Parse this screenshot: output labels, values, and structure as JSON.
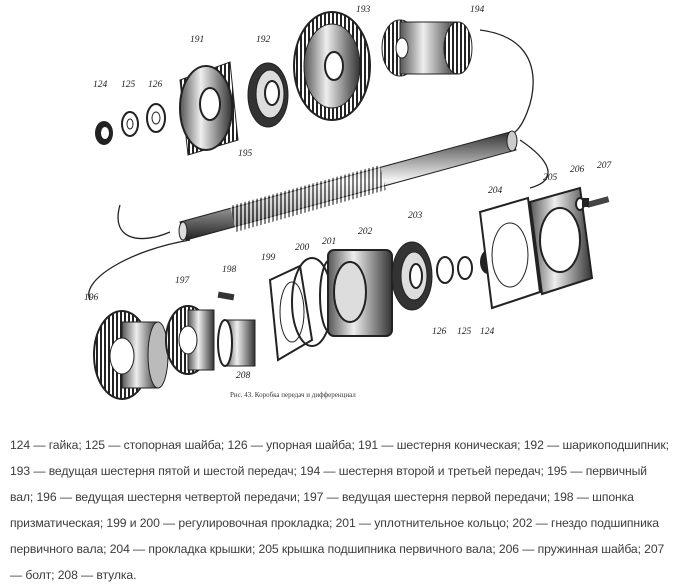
{
  "figure": {
    "caption": "Рис. 43. Коробка передач и дифференциал",
    "labels": {
      "l124a": "124",
      "l125a": "125",
      "l126a": "126",
      "l191": "191",
      "l192": "192",
      "l193": "193",
      "l194": "194",
      "l195": "195",
      "l196": "196",
      "l197": "197",
      "l198": "198",
      "l199": "199",
      "l200": "200",
      "l201": "201",
      "l202": "202",
      "l203": "203",
      "l204": "204",
      "l205": "205",
      "l206": "206",
      "l207": "207",
      "l208": "208",
      "l126b": "126",
      "l125b": "125",
      "l124b": "124"
    }
  },
  "legend": {
    "text": "124 — гайка; 125 — стопорная шайба; 126 — упорная шайба; 191 — шестерня коническая; 192 — шарикоподшипник; 193 — ведущая шестерня пятой и шестой передач; 194 — шестерня второй и третьей передач; 195 — первичный вал; 196 — ведущая шестерня четвертой передачи; 197 — ведущая шестерня первой передачи; 198 — шпонка призматическая; 199 и 200 — регулировочная прокладка; 201 — уплотнительное кольцо; 202 — гнездо подшипника первичного вала; 204 — прокладка крышки; 205 крышка подшипника первичного вала; 206 — пружинная шайба; 207 — болт; 208 — втулка."
  }
}
